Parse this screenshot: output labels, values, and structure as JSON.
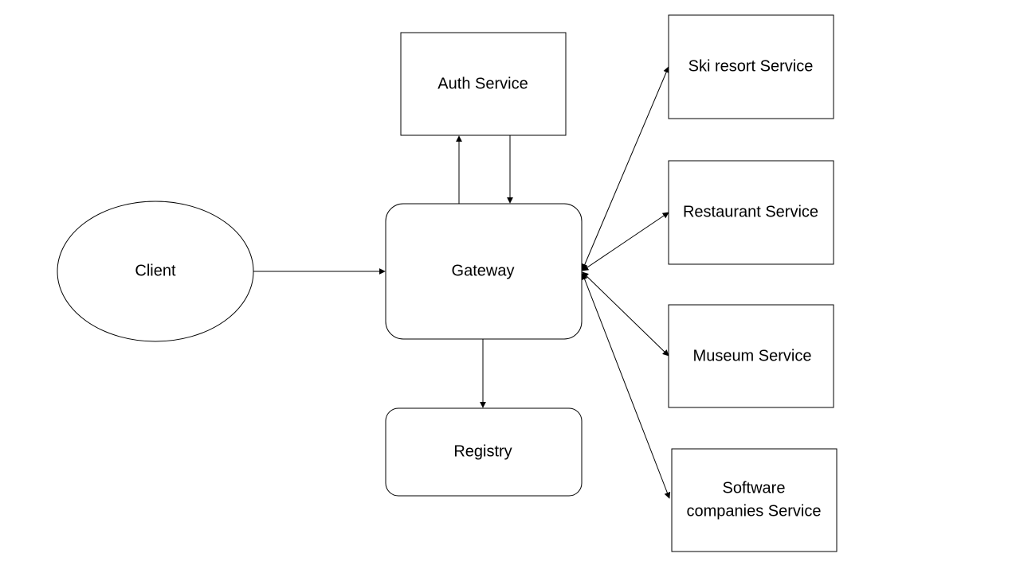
{
  "diagram": {
    "nodes": {
      "client": {
        "label": "Client"
      },
      "gateway": {
        "label": "Gateway"
      },
      "auth": {
        "label": "Auth Service"
      },
      "registry": {
        "label": "Registry"
      },
      "ski": {
        "label": "Ski resort Service"
      },
      "restaurant": {
        "label": "Restaurant Service"
      },
      "museum": {
        "label": "Museum Service"
      },
      "software": {
        "label_line1": "Software",
        "label_line2": "companies Service"
      }
    },
    "edges": [
      {
        "from": "client",
        "to": "gateway",
        "direction": "forward"
      },
      {
        "from": "gateway",
        "to": "auth",
        "direction": "forward"
      },
      {
        "from": "auth",
        "to": "gateway",
        "direction": "forward"
      },
      {
        "from": "gateway",
        "to": "registry",
        "direction": "forward"
      },
      {
        "from": "gateway",
        "to": "ski",
        "direction": "both"
      },
      {
        "from": "gateway",
        "to": "restaurant",
        "direction": "both"
      },
      {
        "from": "gateway",
        "to": "museum",
        "direction": "both"
      },
      {
        "from": "gateway",
        "to": "software",
        "direction": "both"
      }
    ],
    "colors": {
      "stroke": "#000000",
      "fill": "#ffffff",
      "text": "#000000"
    }
  }
}
